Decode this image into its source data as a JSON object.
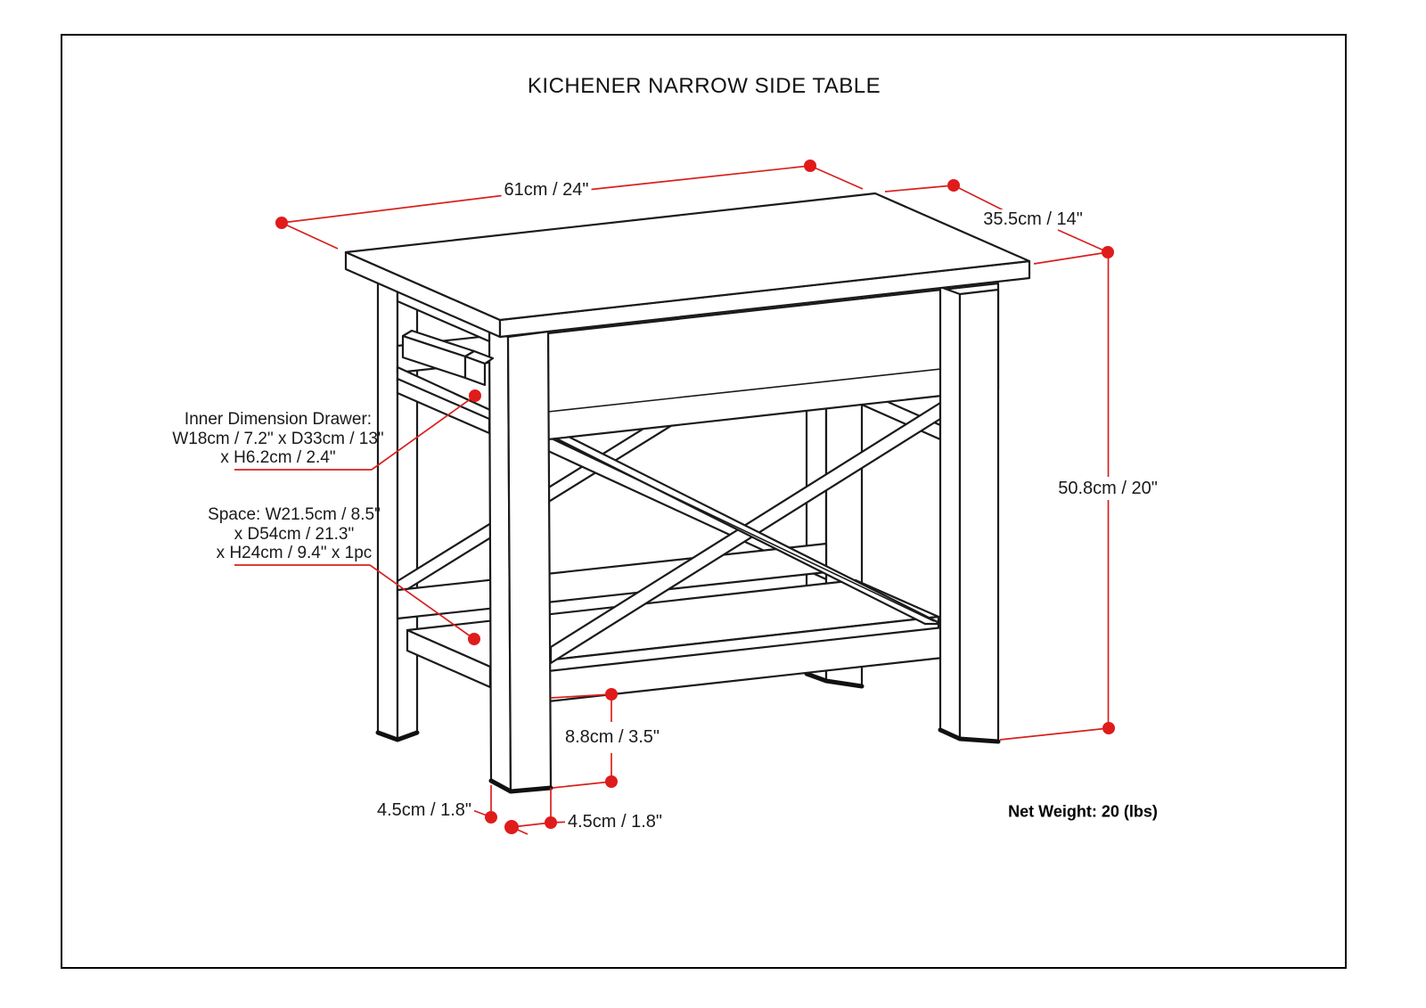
{
  "page": {
    "title": "KICHENER NARROW SIDE TABLE",
    "background": "#ffffff",
    "border_color": "#000000"
  },
  "annotations": {
    "accent_color": "#d7211e",
    "dot_color": "#e01b1b",
    "width_label": "61cm / 24\"",
    "depth_label": "35.5cm / 14\"",
    "height_label": "50.8cm / 20\"",
    "drawer_block": {
      "lines": [
        "Inner Dimension Drawer:",
        "W18cm / 7.2\" x D33cm / 13\"",
        "x H6.2cm / 2.4\""
      ]
    },
    "space_block": {
      "lines": [
        "Space: W21.5cm / 8.5\"",
        "x D54cm / 21.3\"",
        "x H24cm / 9.4\" x 1pc"
      ]
    },
    "shelf_clearance_label": "8.8cm / 3.5\"",
    "leg_depth_label": "4.5cm / 1.8\"",
    "leg_width_label": "4.5cm / 1.8\"",
    "net_weight_label": "Net Weight: 20 (lbs)"
  }
}
